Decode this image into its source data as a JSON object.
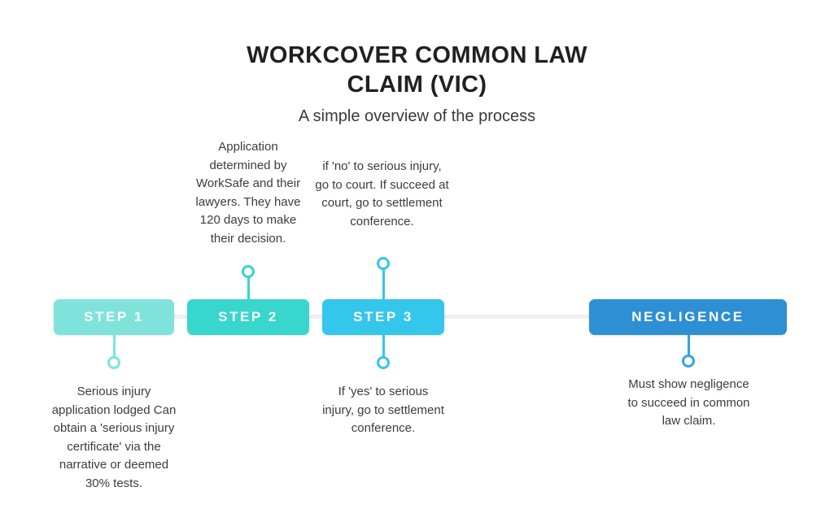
{
  "header": {
    "title_line1": "WORKCOVER COMMON LAW",
    "title_line2": "CLAIM (VIC)",
    "subtitle": "A simple overview of the process"
  },
  "colors": {
    "step1": "#7FE3DC",
    "step2": "#38D6CC",
    "step3": "#35C6EC",
    "negligence": "#2E8FD4",
    "rail": "#F0F0F0",
    "background": "#FFFFFF",
    "title_text": "#231F20",
    "body_text": "#3C3C3C",
    "box_label": "#FFFFFF"
  },
  "steps": [
    {
      "id": "step-1",
      "label": "STEP 1",
      "color": "#7FE3DC",
      "caption_below": "Serious injury application lodged Can obtain a 'serious injury certificate' via the narrative or deemed 30% tests.",
      "caption_above": ""
    },
    {
      "id": "step-2",
      "label": "STEP 2",
      "color": "#38D6CC",
      "caption_above": "Application determined by WorkSafe and their lawyers. They have 120 days to make their decision.",
      "caption_below": ""
    },
    {
      "id": "step-3",
      "label": "STEP 3",
      "color": "#35C6EC",
      "caption_above": "if 'no' to serious injury, go to court. If succeed at court, go to settlement conference.",
      "caption_below": "If 'yes' to serious injury, go to settlement conference."
    },
    {
      "id": "negligence",
      "label": "NEGLIGENCE",
      "color": "#2E8FD4",
      "caption_above": "",
      "caption_below": "Must show negligence to succeed in common law claim."
    }
  ]
}
